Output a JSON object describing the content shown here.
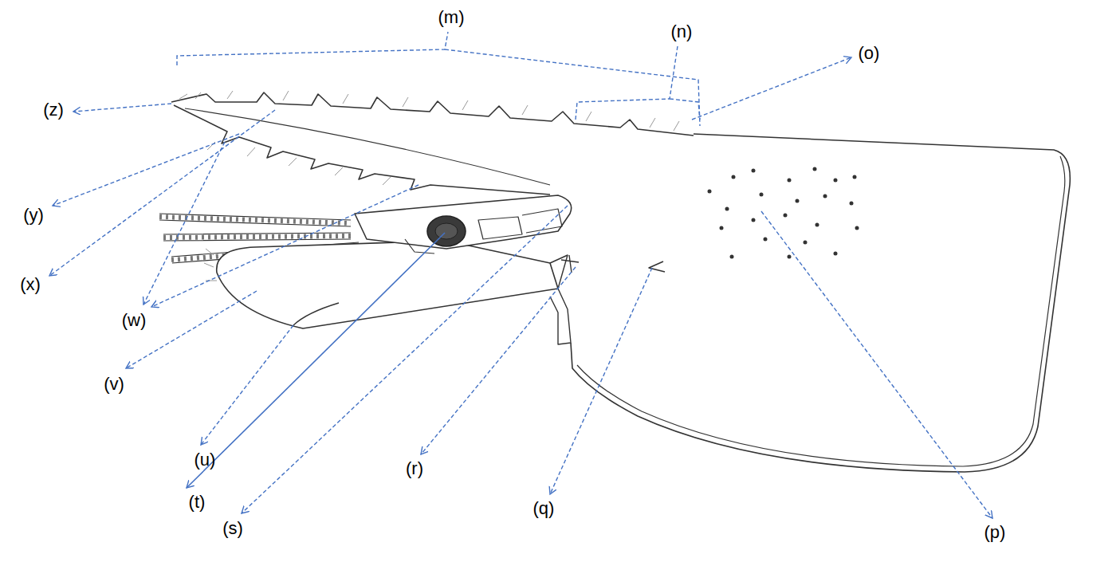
{
  "diagram": {
    "labels": [
      "(m)",
      "(n)",
      "(o)",
      "(z)",
      "(y)",
      "(x)",
      "(w)",
      "(v)",
      "(u)",
      "(t)",
      "(s)",
      "(r)",
      "(q)",
      "(p)"
    ]
  }
}
